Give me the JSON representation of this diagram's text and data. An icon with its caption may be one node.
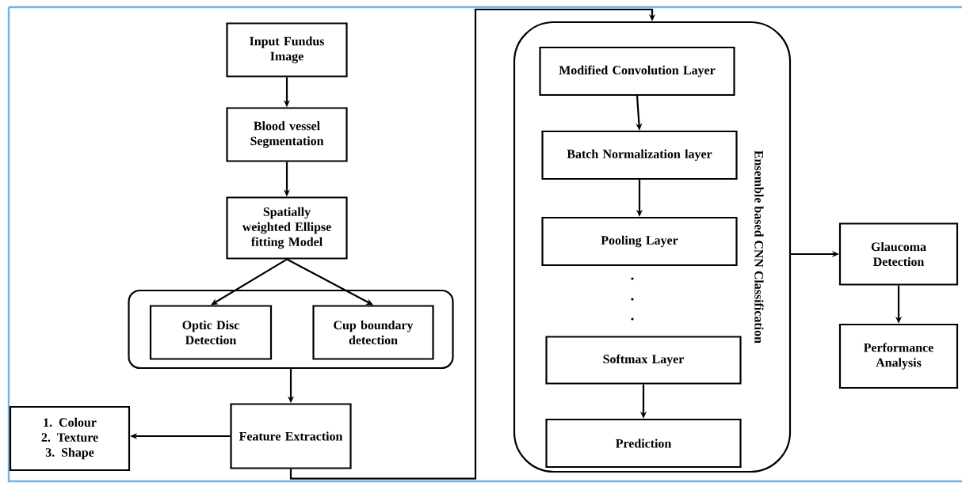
{
  "diagram": {
    "nodes": [
      {
        "text": [
          "Input Fundus Image"
        ]
      },
      {
        "text": [
          "Blood vessel Segmentation"
        ]
      },
      {
        "text": [
          "Spatially weighted Ellipse fitting Model"
        ]
      },
      {
        "text": [],
        "shape": "box"
      },
      {
        "text": [
          "Optic Disc Detection"
        ],
        "in": 3
      },
      {
        "text": [
          "Cup boundary detection"
        ],
        "in": 3
      },
      {
        "text": [
          "Feature Extraction"
        ]
      },
      {
        "text": [
          "1. Colour",
          "2. Texture",
          "3. Shape"
        ]
      },
      {
        "text": [
          "Ensemble based CNN Classification"
        ]
      },
      {
        "text": [
          "Modified Convolution Layer"
        ],
        "in": 8
      },
      {
        "text": [
          "Batch Normalization layer"
        ],
        "in": 8
      },
      {
        "text": [
          "Pooling Layer"
        ],
        "in": 8
      },
      {
        "text": [
          "Softmax Layer"
        ],
        "in": 8
      },
      {
        "text": [
          "Prediction"
        ],
        "in": 8
      },
      {
        "text": [
          "Glaucoma Detection"
        ]
      },
      {
        "text": [
          "Performance Analysis"
        ]
      }
    ],
    "edges": [
      {
        "from": 0,
        "to": 1,
        "arrow": "to"
      },
      {
        "from": 1,
        "to": 2,
        "arrow": "to"
      },
      {
        "from": 2,
        "to": 4,
        "arrow": "to"
      },
      {
        "from": 2,
        "to": 5,
        "arrow": "to"
      },
      {
        "from": 3,
        "to": 6,
        "arrow": "to"
      },
      {
        "from": 6,
        "to": 7,
        "arrow": "to"
      },
      {
        "from": 6,
        "to": 8,
        "arrow": "to"
      },
      {
        "from": 9,
        "to": 10,
        "arrow": "to"
      },
      {
        "from": 10,
        "to": 11,
        "arrow": "to"
      },
      {
        "from": 12,
        "to": 13,
        "arrow": "to"
      },
      {
        "from": 8,
        "to": 14,
        "arrow": "to"
      },
      {
        "from": 14,
        "to": 15,
        "arrow": "to"
      }
    ]
  }
}
